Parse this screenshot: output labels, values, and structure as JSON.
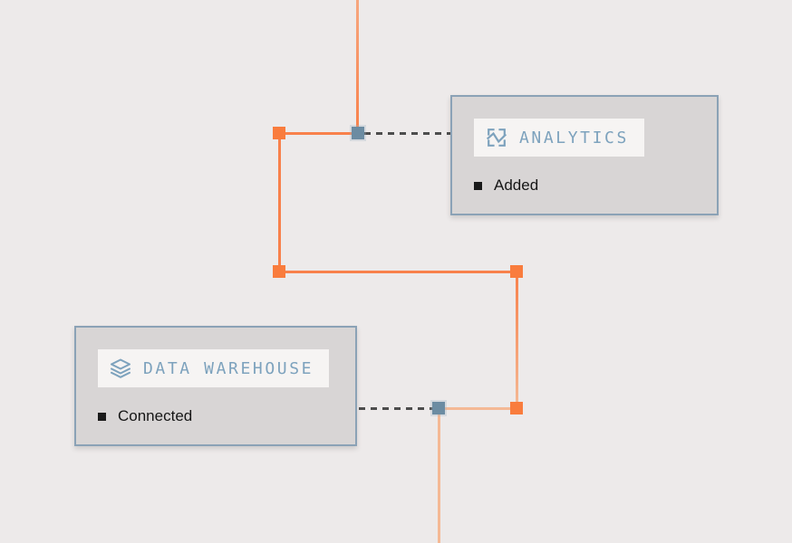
{
  "canvas": {
    "background": "#EDEAEA"
  },
  "colors": {
    "canvas_bg": "#EDEAEA",
    "edge_orange": "#F8814B",
    "edge_orange_faded": "#F4B995",
    "edge_dashed": "#4D4D4D",
    "handle_orange": "#F97C3D",
    "handle_blue": "#6C8CA2",
    "card_background": "#D8D5D5",
    "card_border": "#8BA2B6",
    "title_background": "#F6F4F3",
    "title_text": "#7DA2BD",
    "status_text": "#161616"
  },
  "nodes": [
    {
      "title": "ANALYTICS",
      "status": "Added",
      "icon": "activity-frame-icon"
    },
    {
      "title": "DATA WAREHOUSE",
      "status": "Connected",
      "icon": "layers-icon"
    }
  ]
}
